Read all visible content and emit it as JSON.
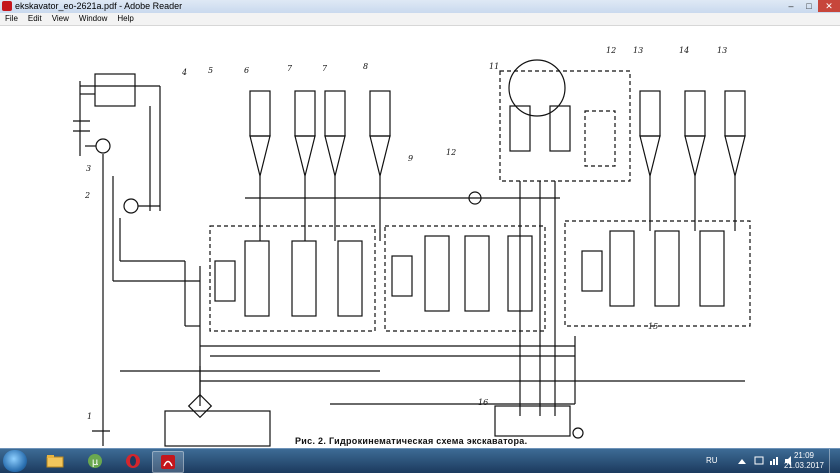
{
  "window": {
    "title": "ekskavator_eo-2621a.pdf - Adobe Reader",
    "buttons": [
      "–",
      "□",
      "✕"
    ]
  },
  "menu": {
    "items": [
      "File",
      "Edit",
      "View",
      "Window",
      "Help"
    ]
  },
  "document": {
    "caption": "Рис. 2. Гидрокинематическая схема экскаватора.",
    "labels": [
      "1",
      "2",
      "3",
      "4",
      "5",
      "6",
      "7",
      "7",
      "8",
      "9",
      "11",
      "12",
      "12",
      "13",
      "14",
      "13",
      "15",
      "16"
    ]
  },
  "taskbar": {
    "apps": [
      {
        "name": "explorer-icon",
        "active": false
      },
      {
        "name": "utorrent-icon",
        "active": false
      },
      {
        "name": "opera-icon",
        "active": false
      },
      {
        "name": "adobe-reader-icon",
        "active": true
      }
    ],
    "language": "RU",
    "time": "21:09",
    "date": "21.03.2017"
  },
  "colors": {
    "taskbar": "#1c3a5e",
    "close_button": "#c7463b",
    "reader_red": "#c4161c"
  }
}
